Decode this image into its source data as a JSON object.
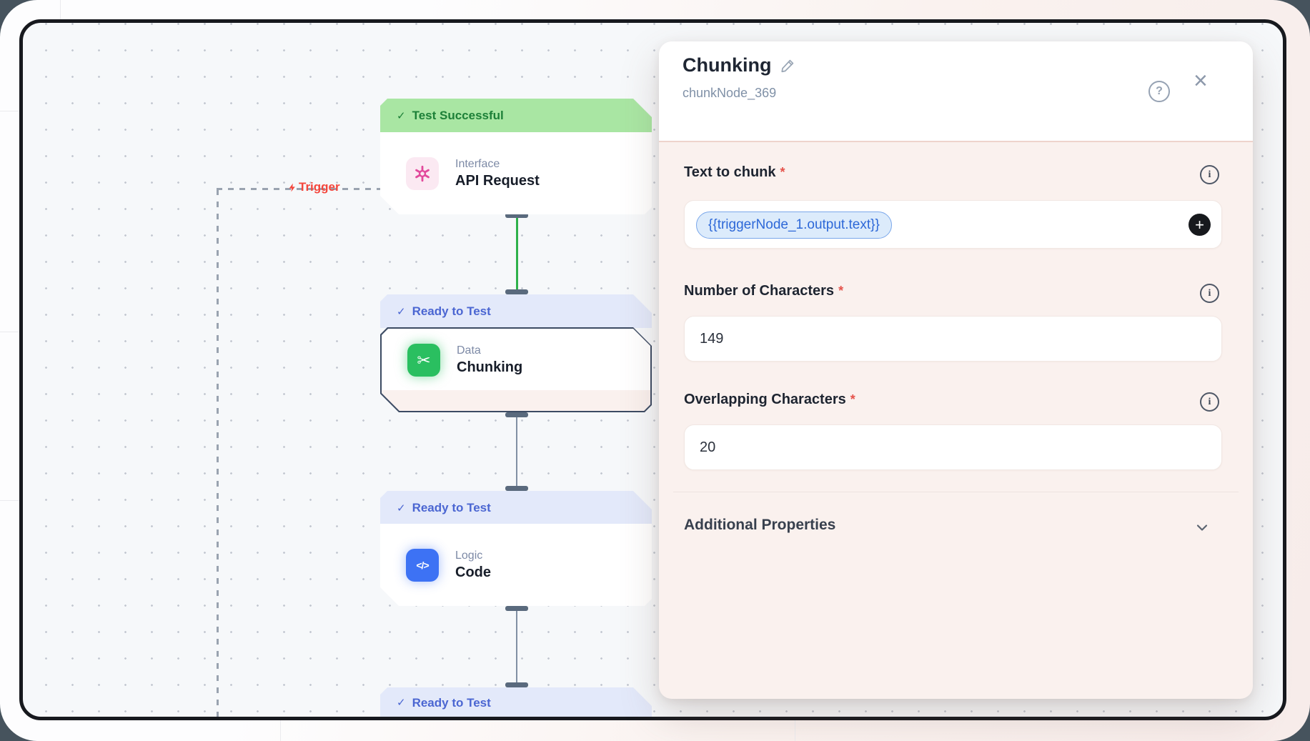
{
  "glyphs": {
    "check": "✓",
    "close": "×",
    "question": "?",
    "plus": "+",
    "info": "i",
    "scissors": "✂",
    "code": "</>"
  },
  "canvas": {
    "trigger_label": "Trigger",
    "nodes": [
      {
        "status": "Test Successful",
        "category": "Interface",
        "title": "API Request"
      },
      {
        "status": "Ready to Test",
        "category": "Data",
        "title": "Chunking"
      },
      {
        "status": "Ready to Test",
        "category": "Logic",
        "title": "Code"
      },
      {
        "status": "Ready to Test"
      }
    ]
  },
  "panel": {
    "title": "Chunking",
    "node_id": "chunkNode_369",
    "fields": [
      {
        "label": "Text to chunk",
        "required": "*",
        "value": "{{triggerNode_1.output.text}}"
      },
      {
        "label": "Number of Characters",
        "required": "*",
        "value": "149"
      },
      {
        "label": "Overlapping Characters",
        "required": "*",
        "value": "20"
      }
    ],
    "additional_section_label": "Additional Properties"
  },
  "colors": {
    "status_success_bg": "#a9e6a3",
    "status_success_text": "#1d8038",
    "status_ready_bg": "#e3e9fa",
    "status_ready_text": "#4b66d2",
    "trigger_red": "#f4473d",
    "token_chip_text": "#2d68d8",
    "selected_node_border": "#3c4b63",
    "icon_interface": "#e2499c",
    "icon_data": "#2abf60",
    "icon_logic": "#3d72f4",
    "panel_bg": "#faf1ee",
    "required_red": "#e5534b",
    "edge_success": "#2eb14b"
  }
}
